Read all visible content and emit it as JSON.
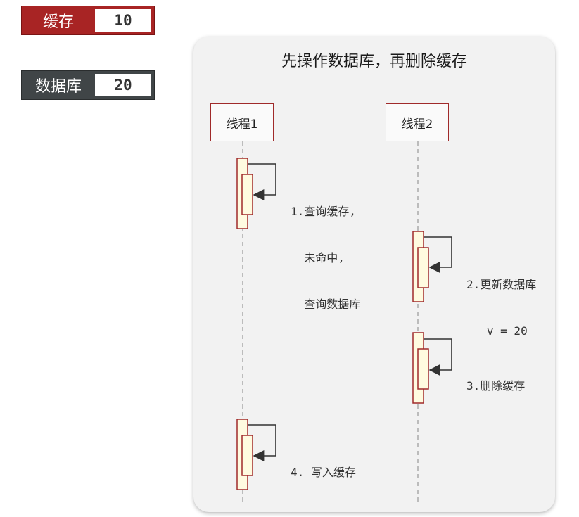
{
  "cache": {
    "label": "缓存",
    "value": "10",
    "color": "#a82424"
  },
  "database": {
    "label": "数据库",
    "value": "20",
    "color": "#404547"
  },
  "diagram": {
    "title": "先操作数据库，再删除缓存",
    "lifelines": [
      {
        "name": "线程1"
      },
      {
        "name": "线程2"
      }
    ],
    "steps": [
      {
        "lines": [
          "1.查询缓存,",
          "  未命中,",
          "  查询数据库"
        ]
      },
      {
        "lines": [
          "2.更新数据库",
          "   v = 20"
        ]
      },
      {
        "lines": [
          "3.删除缓存"
        ]
      },
      {
        "lines": [
          "4. 写入缓存"
        ]
      }
    ],
    "colors": {
      "border": "#a02a2a",
      "activation_fill": "#fffbe0",
      "arrow": "#333333",
      "lifeline": "#aaaaaa"
    }
  }
}
